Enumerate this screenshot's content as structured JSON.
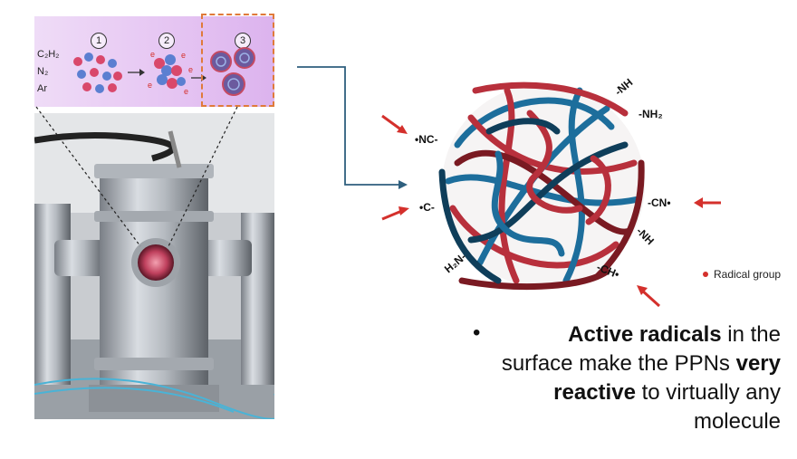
{
  "process": {
    "gases": [
      "C₂H₂",
      "N₂",
      "Ar"
    ],
    "steps": [
      "1",
      "2",
      "3"
    ],
    "electron_symbol": "e"
  },
  "nanoparticle": {
    "functional_groups": {
      "nc": "•NC-",
      "c": "•C-",
      "h2n": "H₂N-",
      "nh_top": "-NH",
      "nh2": "-NH₂",
      "cn": "-CN•",
      "nh_right": "-NH",
      "ch": "-CH•"
    },
    "colors": {
      "red": "#b8303c",
      "blue": "#1d6e9c",
      "dark_red": "#7a1a22",
      "dark_blue": "#0f3e5a"
    }
  },
  "legend": {
    "label": "Radical group",
    "color": "#d4302c"
  },
  "text": {
    "bullet": "•",
    "line1_bold": "Active radicals",
    "line1_rest": " in the",
    "line2_a": "surface make the PPNs ",
    "line2_bold": "very",
    "line3_bold": "reactive",
    "line3_rest": " to virtually any",
    "line4": "molecule"
  }
}
